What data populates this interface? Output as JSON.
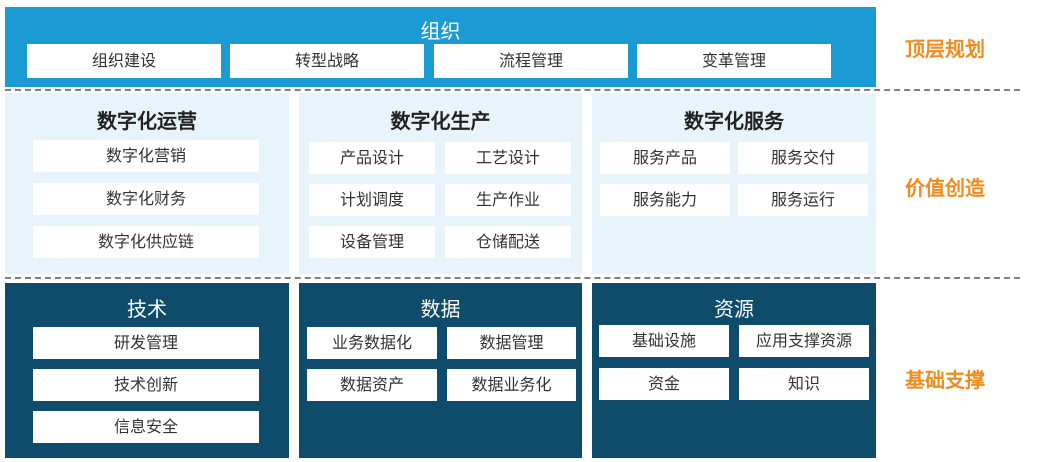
{
  "org": {
    "title": "组织",
    "items": [
      "组织建设",
      "转型战略",
      "流程管理",
      "变革管理"
    ]
  },
  "side_labels": [
    "顶层规划",
    "价值创造",
    "基础支撑"
  ],
  "value": {
    "columns": [
      {
        "title": "数字化运营",
        "items": [
          "数字化营销",
          "数字化财务",
          "数字化供应链"
        ]
      },
      {
        "title": "数字化生产",
        "items": [
          "产品设计",
          "工艺设计",
          "计划调度",
          "生产作业",
          "设备管理",
          "仓储配送"
        ]
      },
      {
        "title": "数字化服务",
        "items": [
          "服务产品",
          "服务交付",
          "服务能力",
          "服务运行"
        ]
      }
    ]
  },
  "support": {
    "columns": [
      {
        "title": "技术",
        "items": [
          "研发管理",
          "技术创新",
          "信息安全"
        ]
      },
      {
        "title": "数据",
        "items": [
          "业务数据化",
          "数据管理",
          "数据资产",
          "数据业务化"
        ]
      },
      {
        "title": "资源",
        "items": [
          "基础设施",
          "应用支撑资源",
          "资金",
          "知识"
        ]
      }
    ]
  },
  "colors": {
    "top_band": "#1b9ad3",
    "middle_band": "#e8f4fb",
    "bottom_band": "#0f4c6b",
    "side_label": "#f08c1e"
  }
}
